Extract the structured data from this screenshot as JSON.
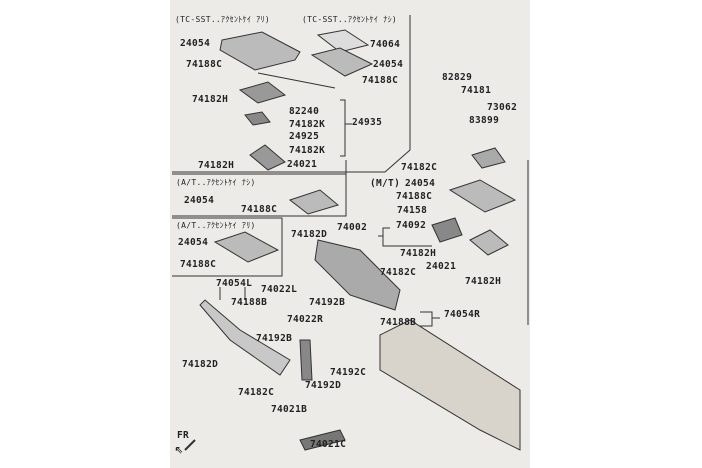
{
  "headers": {
    "tc_left": "(TC-SST..ｱｸｾﾝﾄｹｲ ｱﾘ)",
    "tc_right": "(TC-SST..ｱｸｾﾝﾄｹｲ ﾅｼ)",
    "at_upper": "(A/T..ｱｸｾﾝﾄｹｲ ﾅｼ)",
    "at_lower": "(A/T..ｱｸｾﾝﾄｹｲ ｱﾘ)",
    "mt": "(M/T)"
  },
  "labels": {
    "p1": "24054",
    "p2": "74188C",
    "p3": "74064",
    "p4": "24054",
    "p5": "74188C",
    "p6": "74182H",
    "p7": "82240",
    "p8": "74182K",
    "p9": "24935",
    "p10": "24925",
    "p11": "74182K",
    "p12": "74182H",
    "p13": "24021",
    "p14": "82829",
    "p15": "74181",
    "p16": "73062",
    "p17": "83899",
    "p18": "74182C",
    "p19": "24054",
    "p20": "74188C",
    "p21": "74158",
    "p22": "74092",
    "p23": "74182H",
    "p24": "24021",
    "p25": "74182H",
    "p26": "74182C",
    "p27": "24054",
    "p28": "74188C",
    "p29": "24054",
    "p30": "74188C",
    "p31": "74002",
    "p32": "74182D",
    "p33": "74054L",
    "p34": "74022L",
    "p35": "74188B",
    "p36": "74022R",
    "p37": "74192B",
    "p38": "74188B",
    "p39": "74054R",
    "p40": "74192B",
    "p41": "74182D",
    "p42": "74182C",
    "p43": "74192C",
    "p44": "74192D",
    "p45": "74021B",
    "p46": "74021C"
  },
  "front_marker": "FR"
}
